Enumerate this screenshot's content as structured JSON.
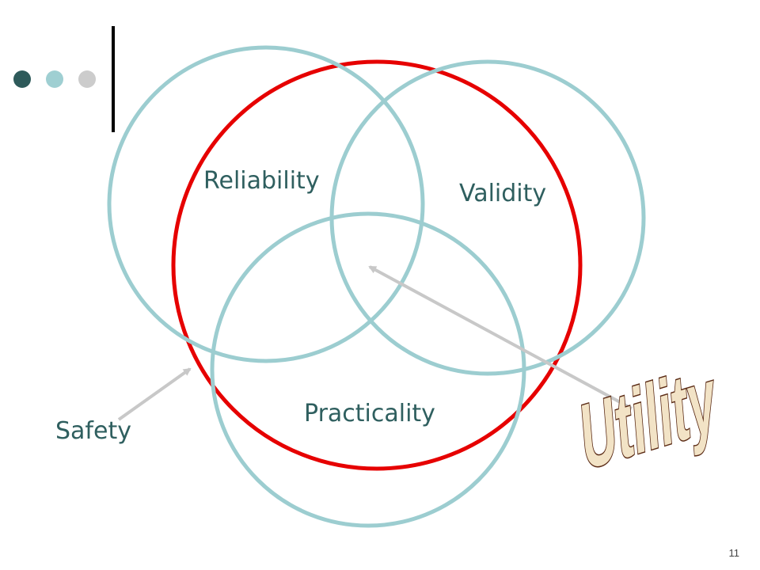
{
  "slide": {
    "page_number": "11",
    "decor_dots": [
      {
        "color": "#2e5a5a"
      },
      {
        "color": "#9fcfd2"
      },
      {
        "color": "#cccccc"
      }
    ]
  },
  "diagram": {
    "circle_color": "#9ccdd0",
    "outer_ring_color": "#e60000",
    "label_color": "#2f5f5f",
    "arrow_color": "#c8c8c8",
    "labels": {
      "reliability": "Reliability",
      "validity": "Validity",
      "practicality": "Practicality",
      "safety": "Safety"
    },
    "wordart": {
      "text": "Utility",
      "fill": "#f2e3c6",
      "stroke": "#5a2a14"
    }
  }
}
